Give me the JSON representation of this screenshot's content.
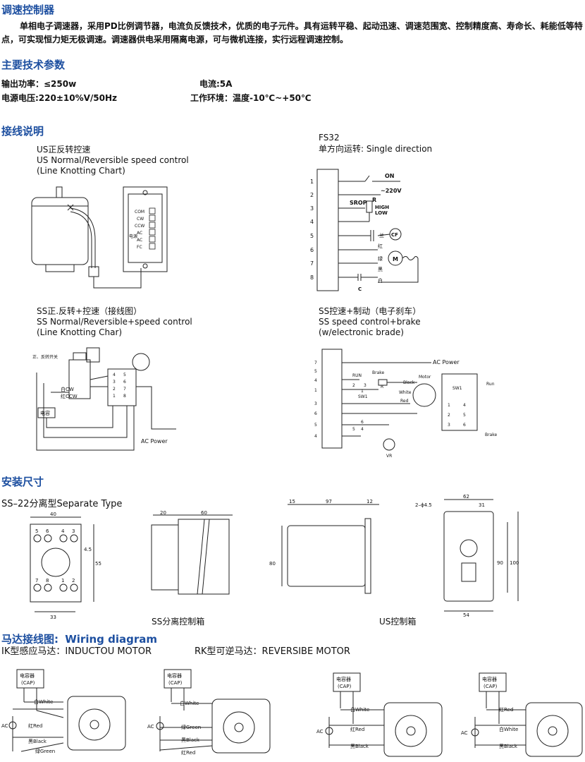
{
  "s1": {
    "title": "调速控制器",
    "para": "单相电子调速器，采用PD比例调节器，电流负反馈技术，优质的电子元件。具有运转平稳、起动迅速、调速范围宽、控制精度高、寿命长、耗能低等特点，可实现恒力矩无极调速。调速器供电采用隔离电源，可与微机连接，实行远程调速控制。"
  },
  "s2": {
    "title": "主要技术参数",
    "power": "输出功率：≤250w",
    "current": "电流:5A",
    "voltage": "电源电压:220±10%V/50Hz",
    "env": "工作环境：温度-10℃~+50℃"
  },
  "s3": {
    "title": "接线说明",
    "us_l1": "US正反转控速",
    "us_l2": "US Normal/Reversible speed control",
    "us_l3": "(Line Knotting Chart)",
    "fs_l1": "FS32",
    "fs_l2": "单方向运转: Single direction",
    "ss_l1": "SS正.反转+控速（接线图）",
    "ss_l2": "SS Normal/Reversible+speed control",
    "ss_l3": "(Line Knotting Char)",
    "ssb_l1": "SS控速+制动（电子刹车）",
    "ssb_l2": "SS speed control+brake",
    "ssb_l3": "(w/electronic brade)"
  },
  "us_box": [
    "COM",
    "CW",
    "CCW",
    "AC",
    "AC",
    "FC"
  ],
  "us_box_mid": "电源",
  "fs": {
    "terms": [
      "1",
      "2",
      "3",
      "4",
      "5",
      "6",
      "7",
      "8"
    ],
    "on": "ON",
    "v220": "~220V",
    "srop": "SROP",
    "r": "R",
    "high": "HIGH",
    "low": "LOW",
    "blue": "兰",
    "red": "红",
    "green": "绿",
    "black": "黑",
    "white": "白",
    "cf": "CF",
    "m": "M",
    "c": "C"
  },
  "ss": {
    "switch": "正、反转开关",
    "cw": "白CW",
    "ccw": "红CCW",
    "cap": "电容",
    "ac": "AC Power",
    "dial": [
      "1",
      "2",
      "3",
      "4",
      "5",
      "6",
      "7",
      "8"
    ]
  },
  "ssb": {
    "terms": [
      "7",
      "5",
      "4",
      "1",
      "3",
      "6",
      "5",
      "4"
    ],
    "ac": "AC Power",
    "sw1": "SW1",
    "run": "RUN",
    "brake": "Brake",
    "r": "R",
    "black": "Black",
    "white": "White",
    "red": "Red",
    "motor": "Motor",
    "vr": "VR",
    "box_sw1": "SW1",
    "sw_nums": [
      "1",
      "4",
      "2",
      "5",
      "3",
      "6"
    ],
    "run2": "Run",
    "brake2": "Brake",
    "n2": "2",
    "n3": "3",
    "n5": "5",
    "n4": "4",
    "n1": "1",
    "n6": "6"
  },
  "s4": {
    "title": "安装尺寸",
    "sub": "SS–22分离型Separate Type",
    "d40": "40",
    "d33": "33",
    "d45": "4.5",
    "d55": "55",
    "row1": [
      "5",
      "6",
      "4",
      "3"
    ],
    "row2": [
      "7",
      "8",
      "1",
      "2"
    ],
    "d20": "20",
    "d60": "60",
    "ss_label": "SS分离控制箱",
    "d15": "15",
    "d97": "97",
    "d12": "12",
    "d80": "80",
    "d62": "62",
    "d31": "31",
    "d2h": "2–ϕ4.5",
    "d90": "90",
    "d100": "100",
    "d54": "54",
    "us_label": "US控制箱"
  },
  "s5": {
    "title_cn": "马达接线图:",
    "title_en": "Wiring diagram",
    "ik": "IK型感应马达：INDUCTOU MOTOR",
    "rk": "RK型可逆马达：REVERSIBE MOTOR",
    "cap1": "电容器",
    "cap2": "(CAP)",
    "ac": "AC",
    "d1": {
      "w1": "白White",
      "w2": "红Red",
      "w3": "黑Black",
      "w4": "绿Green"
    },
    "d2": {
      "w1": "白White",
      "w2": "绿Green",
      "w3": "黑Black",
      "w4": "红Red"
    },
    "d3": {
      "w1": "白White",
      "w2": "红Red",
      "w3": "黑Black"
    },
    "d4": {
      "w1": "红Red",
      "w2": "白White",
      "w3": "黑Black"
    }
  }
}
